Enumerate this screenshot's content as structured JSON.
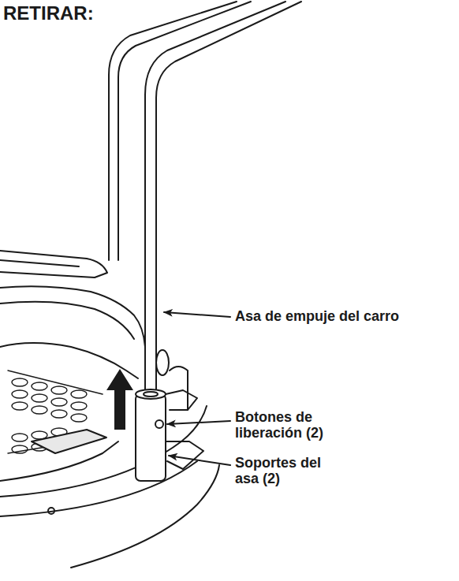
{
  "diagram": {
    "title": "RETIRAR:",
    "labels": [
      "Asa de empuje del carro",
      "Botones de liberación (2)",
      "Soportes del asa (2)"
    ]
  }
}
